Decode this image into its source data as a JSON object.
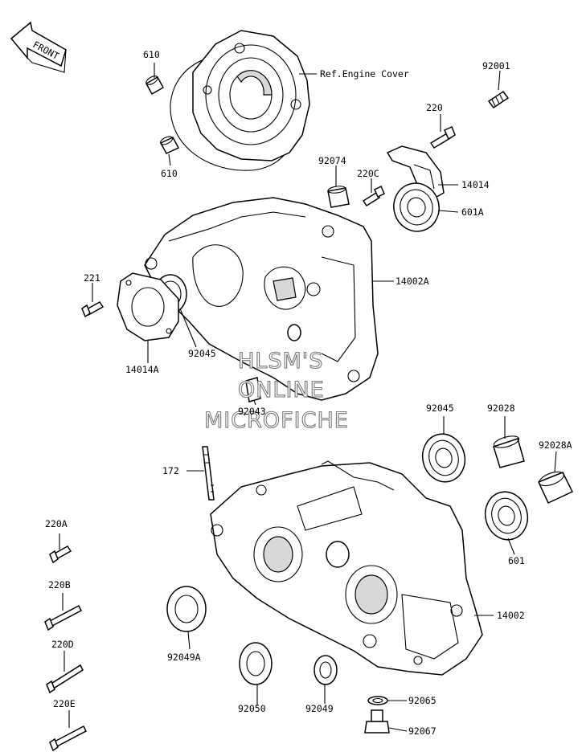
{
  "front_badge": "FRONT",
  "watermark": [
    "HLSM'S",
    "ONLINE",
    "MICROFICHE"
  ],
  "labels": {
    "p610_top": "610",
    "p610_bottom": "610",
    "ref_engine_cover": "Ref.Engine Cover",
    "p92001": "92001",
    "p220": "220",
    "p92074": "92074",
    "p220C": "220C",
    "p14014": "14014",
    "p601A": "601A",
    "p221": "221",
    "p14002A": "14002A",
    "p14014A": "14014A",
    "p92045_top": "92045",
    "p92043": "92043",
    "p92045_right": "92045",
    "p92028": "92028",
    "p92028A": "92028A",
    "p172": "172",
    "p601": "601",
    "p220A": "220A",
    "p220B": "220B",
    "p14002": "14002",
    "p220D": "220D",
    "p92049A": "92049A",
    "p92050": "92050",
    "p92049": "92049",
    "p92065": "92065",
    "p220E": "220E",
    "p92067": "92067"
  }
}
